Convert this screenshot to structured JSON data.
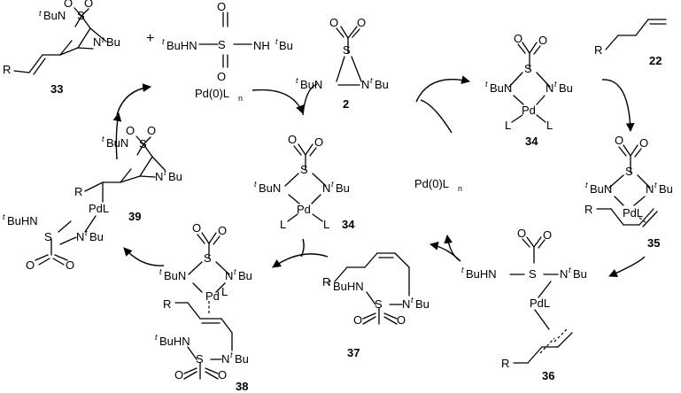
{
  "labels": {
    "tBu": "t",
    "Bu": "Bu",
    "BuN": "BuN",
    "N": "N",
    "NtBu_N": "N",
    "S": "S",
    "O": "O",
    "R": "R",
    "plus": "+",
    "L": "L",
    "Pd": "Pd",
    "PdL": "PdL",
    "BuHN": "BuHN",
    "NH": "NH",
    "pd0_main": "Pd(0)L",
    "pd0_sub": "n"
  },
  "compounds": {
    "c2": "2",
    "c22": "22",
    "c33": "33",
    "c34a": "34",
    "c34b": "34",
    "c35": "35",
    "c36": "36",
    "c37": "37",
    "c38": "38",
    "c39": "39"
  },
  "colors": {
    "ink": "#000000",
    "background": "#ffffff"
  }
}
